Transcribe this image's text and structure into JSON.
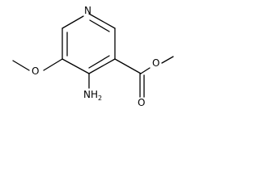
{
  "molecule": {
    "atom_labels": {
      "ring_nitrogen": "N",
      "methoxy_oxygen": "O",
      "carbonyl_oxygen": "O",
      "ester_oxygen": "O",
      "amino": {
        "main": "NH",
        "subscript": "2"
      }
    }
  }
}
